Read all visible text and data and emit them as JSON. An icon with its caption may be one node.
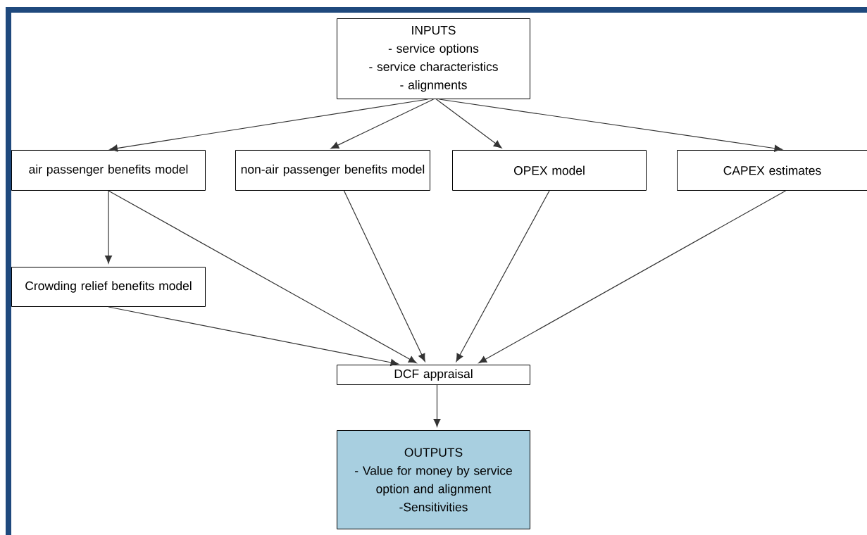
{
  "diagram": {
    "nodes": [
      {
        "text": [
          "INPUTS",
          "- service options",
          "- service characteristics",
          "- alignments"
        ]
      },
      {
        "text": [
          "air passenger benefits model"
        ]
      },
      {
        "text": [
          "non-air passenger benefits model"
        ]
      },
      {
        "text": [
          "OPEX model"
        ]
      },
      {
        "text": [
          "CAPEX estimates"
        ]
      },
      {
        "text": [
          "Crowding relief benefits model"
        ]
      },
      {
        "text": [
          "DCF appraisal"
        ]
      },
      {
        "text": [
          "OUTPUTS",
          "- Value for money by service option and alignment",
          "-Sensitivities"
        ]
      }
    ],
    "edges": [
      {
        "from": 0,
        "to": 1,
        "arrow": "to"
      },
      {
        "from": 0,
        "to": 2,
        "arrow": "to"
      },
      {
        "from": 0,
        "to": 3,
        "arrow": "to"
      },
      {
        "from": 0,
        "to": 4,
        "arrow": "to"
      },
      {
        "from": 1,
        "to": 5,
        "arrow": "to"
      },
      {
        "from": 1,
        "to": 6,
        "arrow": "to"
      },
      {
        "from": 5,
        "to": 6,
        "arrow": "to"
      },
      {
        "from": 2,
        "to": 6,
        "arrow": "to"
      },
      {
        "from": 3,
        "to": 6,
        "arrow": "to"
      },
      {
        "from": 4,
        "to": 6,
        "arrow": "to"
      },
      {
        "from": 6,
        "to": 7,
        "arrow": "to"
      }
    ]
  }
}
